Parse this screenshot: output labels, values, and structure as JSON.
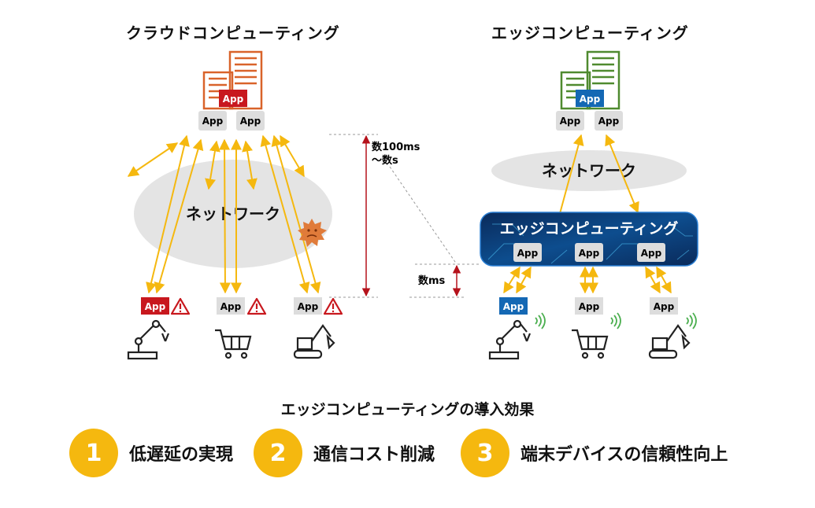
{
  "cloud": {
    "title": "クラウドコンピューティング",
    "server_app": "App",
    "apps": [
      "App",
      "App"
    ],
    "network": "ネットワーク",
    "devices": [
      {
        "app": "App",
        "device": "robot-arm-icon"
      },
      {
        "app": "App",
        "device": "shopping-cart-icon"
      },
      {
        "app": "App",
        "device": "excavator-icon"
      }
    ],
    "latency": "数100ms\n〜数s"
  },
  "edge": {
    "title": "エッジコンピューティング",
    "server_app": "App",
    "apps": [
      "App",
      "App"
    ],
    "network": "ネットワーク",
    "edge_layer_title": "エッジコンピューティング",
    "edge_apps": [
      "App",
      "App",
      "App"
    ],
    "devices": [
      {
        "app": "App",
        "device": "robot-arm-icon"
      },
      {
        "app": "App",
        "device": "shopping-cart-icon"
      },
      {
        "app": "App",
        "device": "excavator-icon"
      }
    ],
    "latency": "数ms"
  },
  "benefits": {
    "title": "エッジコンピューティングの導入効果",
    "items": [
      {
        "num": "1",
        "label": "低遅延の実現"
      },
      {
        "num": "2",
        "label": "通信コスト削減"
      },
      {
        "num": "3",
        "label": "端末デバイスの信頼性向上"
      }
    ]
  },
  "colors": {
    "cloud_building": "#d9632a",
    "edge_building": "#4f8a2f",
    "alert_red": "#c8181e",
    "edge_blue": "#1468b4",
    "arrow_yellow": "#f5b80f",
    "latency_red": "#b5121b",
    "signal_green": "#4caf50"
  }
}
